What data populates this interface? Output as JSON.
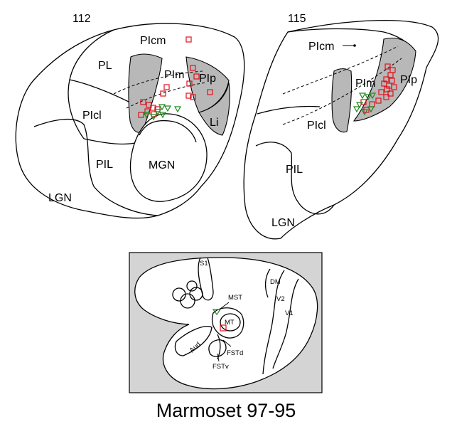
{
  "sections": [
    {
      "number": "112",
      "labels": {
        "plcm": "PIcm",
        "pl": "PL",
        "plm": "PIm",
        "plp": "PIp",
        "plcl": "PIcl",
        "li": "Li",
        "pil": "PIL",
        "mgn": "MGN",
        "lgn": "LGN"
      }
    },
    {
      "number": "115",
      "labels": {
        "plcm": "PIcm",
        "plm": "PIm",
        "plp": "PIp",
        "plcl": "PIcl",
        "pil": "PIL",
        "lgn": "LGN"
      }
    }
  ],
  "cortex_map": {
    "labels": {
      "s1": "S1",
      "dm": "DM",
      "mst": "MST",
      "v2": "V2",
      "v1": "V1",
      "mt": "MT",
      "aud": "Aud",
      "fstd": "FSTd",
      "fstv": "FSTv"
    },
    "background_color": "#d4d4d4"
  },
  "caption": "Marmoset 97-95",
  "marker_colors": {
    "square": "#e1111b",
    "triangle": "#1b8a1b"
  }
}
